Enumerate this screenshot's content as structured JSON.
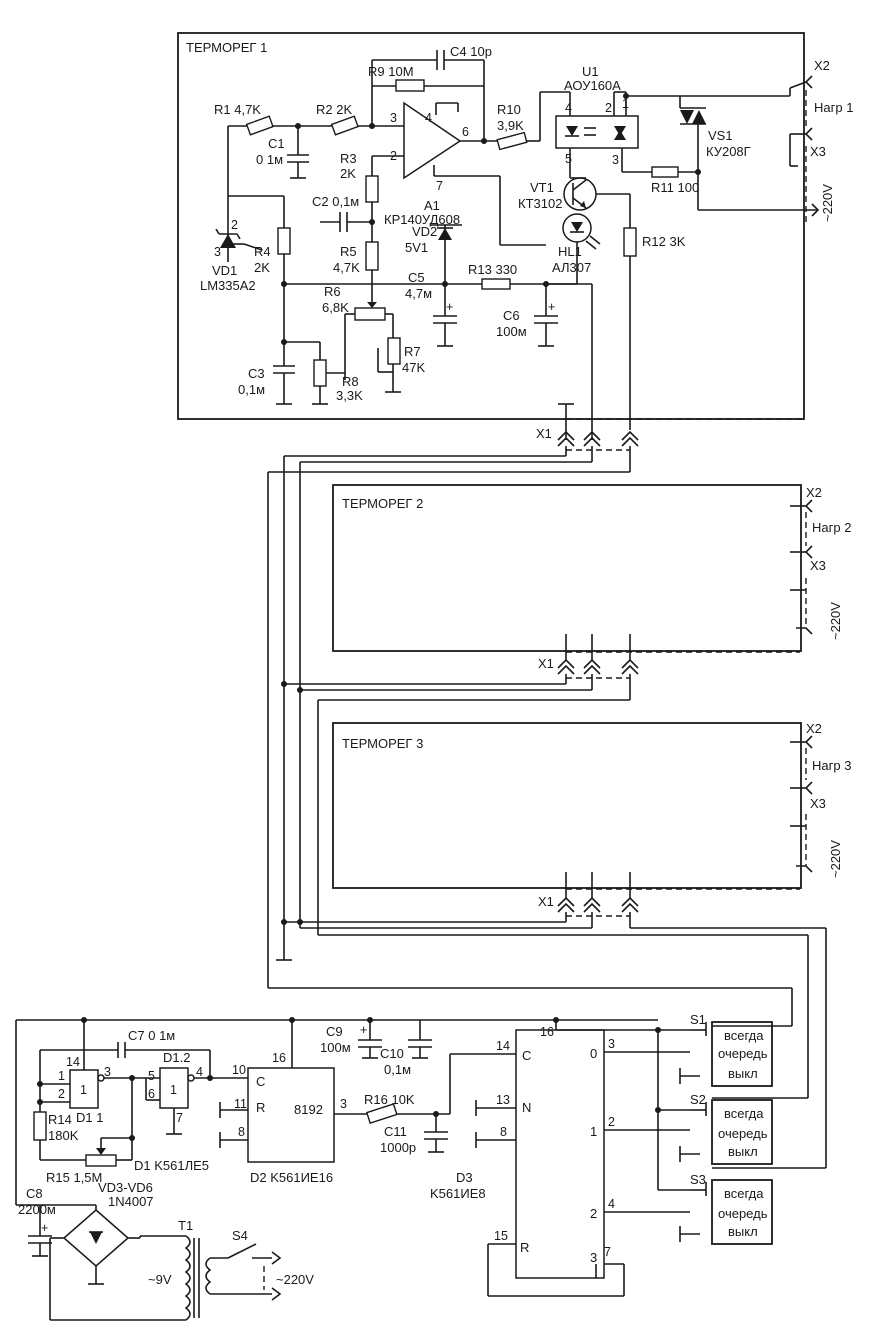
{
  "blocks": {
    "b1": "ТЕРМОРЕГ 1",
    "b2": "ТЕРМОРЕГ 2",
    "b3": "ТЕРМОРЕГ 3"
  },
  "parts": {
    "R1": "R1 4,7K",
    "R2": "R2 2K",
    "R9": "R9 10M",
    "C4": "C4 10p",
    "C1a": "C1",
    "C1b": "0 1м",
    "R3a": "R3",
    "R3b": "2K",
    "C2": "C2 0,1м",
    "R4a": "R4",
    "R4b": "2K",
    "R5a": "R5",
    "R5b": "4,7K",
    "R6a": "R6",
    "R6b": "6,8K",
    "R7a": "R7",
    "R7b": "47K",
    "R8a": "R8",
    "R8b": "3,3K",
    "C3a": "C3",
    "C3b": "0,1м",
    "VD1a": "VD1",
    "VD1b": "LM335A2",
    "VD2a": "VD2",
    "VD2b": "5V1",
    "C5a": "C5",
    "C5b": "4,7м",
    "R13": "R13  330",
    "C6a": "C6",
    "C6b": "100м",
    "A1a": "A1",
    "A1b": "КР140УД608",
    "R10a": "R10",
    "R10b": "3,9K",
    "U1a": "U1",
    "U1b": "АОУ160А",
    "VT1a": "VT1",
    "VT1b": "КТ3102",
    "HL1a": "HL1",
    "HL1b": "АЛ307",
    "R11": "R11  100",
    "R12": "R12 3K",
    "VS1a": "VS1",
    "VS1b": "КУ208Г",
    "C7": "C7 0 1м",
    "D11": "D1 1",
    "D12": "D1.2",
    "R14a": "R14",
    "R14b": "180K",
    "R15": "R15 1,5M",
    "D1": "D1 K561ЛЕ5",
    "D2": "D2 K561ИЕ16",
    "C9a": "C9",
    "C9b": "100м",
    "C10a": "C10",
    "C10b": "0,1м",
    "R16": "R16  10K",
    "C11a": "C11",
    "C11b": "1000p",
    "D3a": "D3",
    "D3b": "K561ИЕ8",
    "C8a": "C8",
    "C8b": "2200м",
    "VDa": "VD3-VD6",
    "VDb": "1N4007",
    "T1": "T1",
    "S4": "S4",
    "S1": "S1",
    "S2": "S2",
    "S3": "S3"
  },
  "pins": {
    "a2": "2",
    "a3": "3",
    "a4": "4",
    "a6": "6",
    "a7": "7",
    "u4": "4",
    "u5": "5",
    "u2": "2",
    "u1": "1",
    "u3": "3",
    "vd1_2": "2",
    "vd1_3": "3",
    "d1_14": "14",
    "d1_1": "1",
    "d1_2": "2",
    "d1_3": "3",
    "d12_5": "5",
    "d12_6": "6",
    "d12_4": "4",
    "d12_7": "7",
    "g1": "1",
    "g2": "1",
    "d2_16": "16",
    "d2_10": "10",
    "d2_11": "11",
    "d2_8": "8",
    "d2_3": "3",
    "d2_C": "C",
    "d2_R": "R",
    "d2_8192": "8192",
    "d3_16": "16",
    "d3_14": "14",
    "d3_13": "13",
    "d3_8": "8",
    "d3_15": "15",
    "d3_C": "C",
    "d3_N": "N",
    "d3_R": "R",
    "d3_o0": "0",
    "d3_o1": "1",
    "d3_o2": "2",
    "d3_o3": "3",
    "d3_p3": "3",
    "d3_p2": "2",
    "d3_p4": "4",
    "d3_p7": "7"
  },
  "connectors": {
    "x1": "X1",
    "x2": "X2",
    "x3": "X3",
    "load1": "Нагр 1",
    "load2": "Нагр 2",
    "load3": "Нагр 3",
    "mains": "~220V",
    "mains_s4": "~220V",
    "ac9": "~9V"
  },
  "switch_opts": {
    "always": "всегда",
    "queue": "очередь",
    "off": "выкл"
  }
}
